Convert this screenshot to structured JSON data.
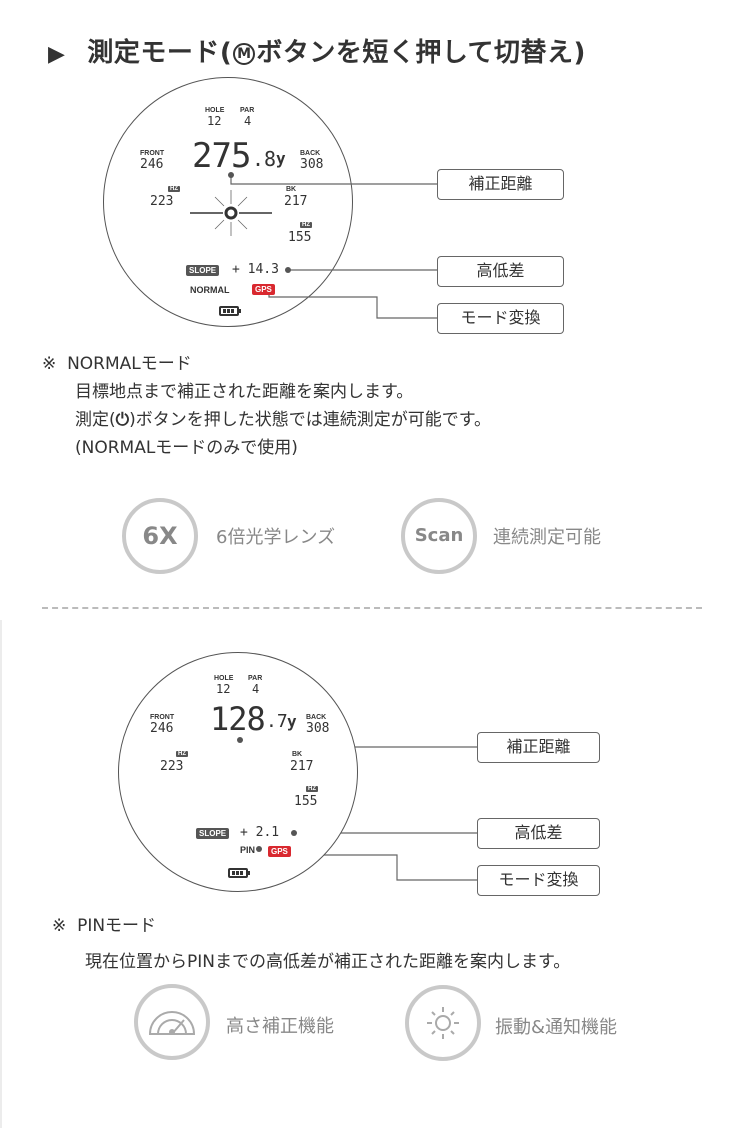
{
  "title": {
    "marker": "▶",
    "text_before": "測定モード(",
    "circle_letter": "M",
    "text_after": "ボタンを短く押して切替え)"
  },
  "panel1": {
    "hole_label": "HOLE",
    "hole_value": "12",
    "par_label": "PAR",
    "par_value": "4",
    "front_label": "FRONT",
    "front_value": "246",
    "back_label": "BACK",
    "back_value": "308",
    "distance_main": "275",
    "distance_decimal": ".8",
    "unit": "y",
    "hz_left_badge": "HZ",
    "hz_left_value": "223",
    "bk_label": "BK",
    "bk_value": "217",
    "hz_right_badge": "HZ",
    "hz_right_value": "155",
    "slope_badge": "SLOPE",
    "slope_value": "+ 14.3",
    "mode_label": "NORMAL",
    "gps_badge": "GPS",
    "callouts": [
      "補正距離",
      "高低差",
      "モード変換"
    ]
  },
  "note1": {
    "mark": "※",
    "heading": "NORMALモード",
    "line1": "目標地点まで補正された距離を案内します。",
    "line2_before": "測定(",
    "line2_icon": "⏻",
    "line2_after": ")ボタンを押した状態では連続測定が可能です。",
    "line3": "(NORMALモードのみで使用)"
  },
  "features1": [
    {
      "icon_text": "6X",
      "label": "6倍光学レンズ",
      "icon": "6x-icon"
    },
    {
      "icon_text": "Scan",
      "label": "連続測定可能",
      "icon": "scan-icon"
    }
  ],
  "panel2": {
    "hole_label": "HOLE",
    "hole_value": "12",
    "par_label": "PAR",
    "par_value": "4",
    "front_label": "FRONT",
    "front_value": "246",
    "back_label": "BACK",
    "back_value": "308",
    "distance_main": "128",
    "distance_decimal": ".7",
    "unit": "y",
    "hz_left_badge": "HZ",
    "hz_left_value": "223",
    "bk_label": "BK",
    "bk_value": "217",
    "hz_right_badge": "HZ",
    "hz_right_value": "155",
    "slope_badge": "SLOPE",
    "slope_value": "+ 2.1",
    "mode_label": "PIN",
    "gps_badge": "GPS",
    "callouts": [
      "補正距離",
      "高低差",
      "モード変換"
    ]
  },
  "note2": {
    "mark": "※",
    "heading": "PINモード",
    "line1": "現在位置からPINまでの高低差が補正された距離を案内します。"
  },
  "features2": [
    {
      "label": "高さ補正機能",
      "icon": "protractor-icon"
    },
    {
      "label": "振動&通知機能",
      "icon": "sun-vibration-icon"
    }
  ],
  "colors": {
    "gps_red": "#d9282f",
    "feature_gray": "#c9c9c9",
    "text": "#333333"
  }
}
